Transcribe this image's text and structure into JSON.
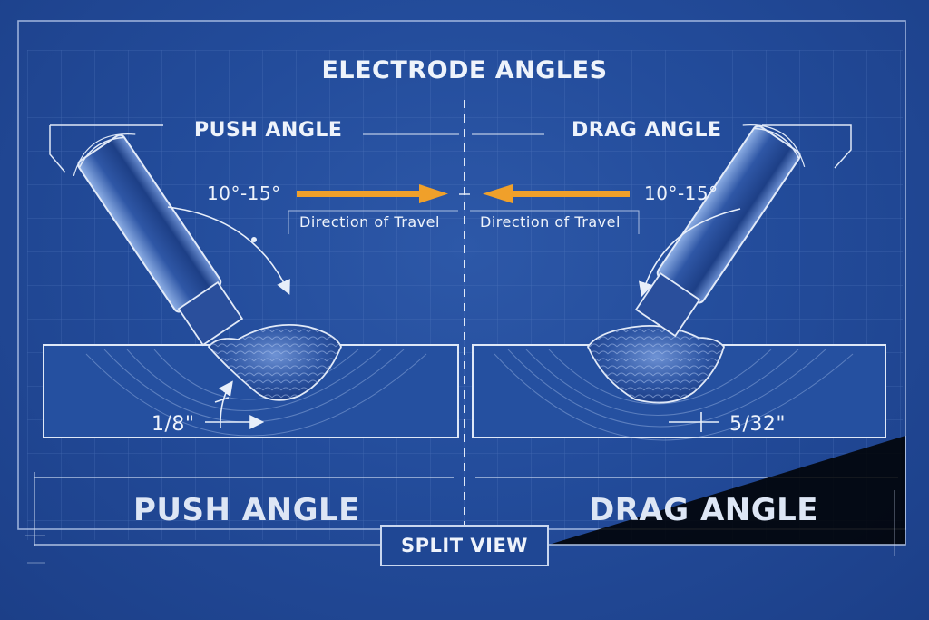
{
  "title": "ELECTRODE ANGLES",
  "left_panel": {
    "heading": "PUSH ANGLE",
    "angle_range": "10°-15°",
    "direction_label": "Direction of Travel",
    "direction_arrow": "right",
    "measurement": "1/8\"",
    "bottom_label": "PUSH ANGLE"
  },
  "right_panel": {
    "heading": "DRAG ANGLE",
    "angle_range": "10°-15°",
    "direction_label": "Direction of Travel",
    "direction_arrow": "left",
    "measurement": "5/32\"",
    "bottom_label": "DRAG ANGLE"
  },
  "split_view_button": {
    "label": "SPLIT VIEW"
  },
  "colors": {
    "background": "#234c9b",
    "line": "#d8e3f5",
    "arrow": "#f0a02a",
    "grid": "#4f74b8"
  }
}
